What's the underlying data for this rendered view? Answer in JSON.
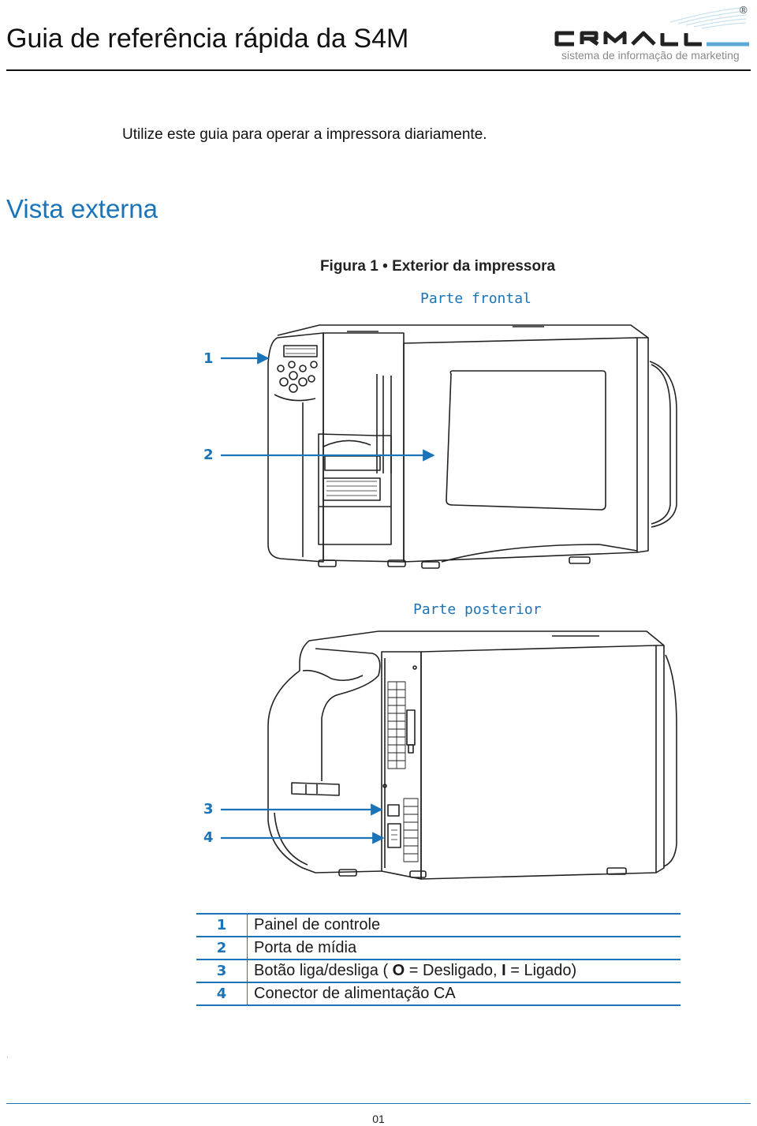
{
  "header": {
    "title": "Guia de referência rápida da S4M",
    "logo_text": "CRMALL",
    "logo_tagline": "sistema de informação de marketing",
    "registered_mark": "®"
  },
  "intro": "Utilize este guia para operar a impressora diariamente.",
  "section_title": "Vista externa",
  "figure": {
    "label": "Figura 1",
    "separator": "•",
    "caption": "Exterior da impressora",
    "front_label": "Parte frontal",
    "rear_label": "Parte posterior",
    "callouts": [
      "1",
      "2",
      "3",
      "4"
    ]
  },
  "legend": [
    {
      "num": "1",
      "text": "Painel de controle"
    },
    {
      "num": "2",
      "text": "Porta de mídia"
    },
    {
      "num": "3",
      "text_pre": "Botão liga/desliga ( ",
      "off_symbol": "O",
      "text_mid": " = Desligado, ",
      "on_symbol": "I",
      "text_post": " = Ligado)"
    },
    {
      "num": "4",
      "text": "Conector de alimentação CA"
    }
  ],
  "footer": {
    "dot": ".",
    "page_number": "01"
  },
  "colors": {
    "accent_blue": "#1b73b8",
    "text": "#1a1a1a",
    "logo_blue": "#5aa9d6"
  }
}
